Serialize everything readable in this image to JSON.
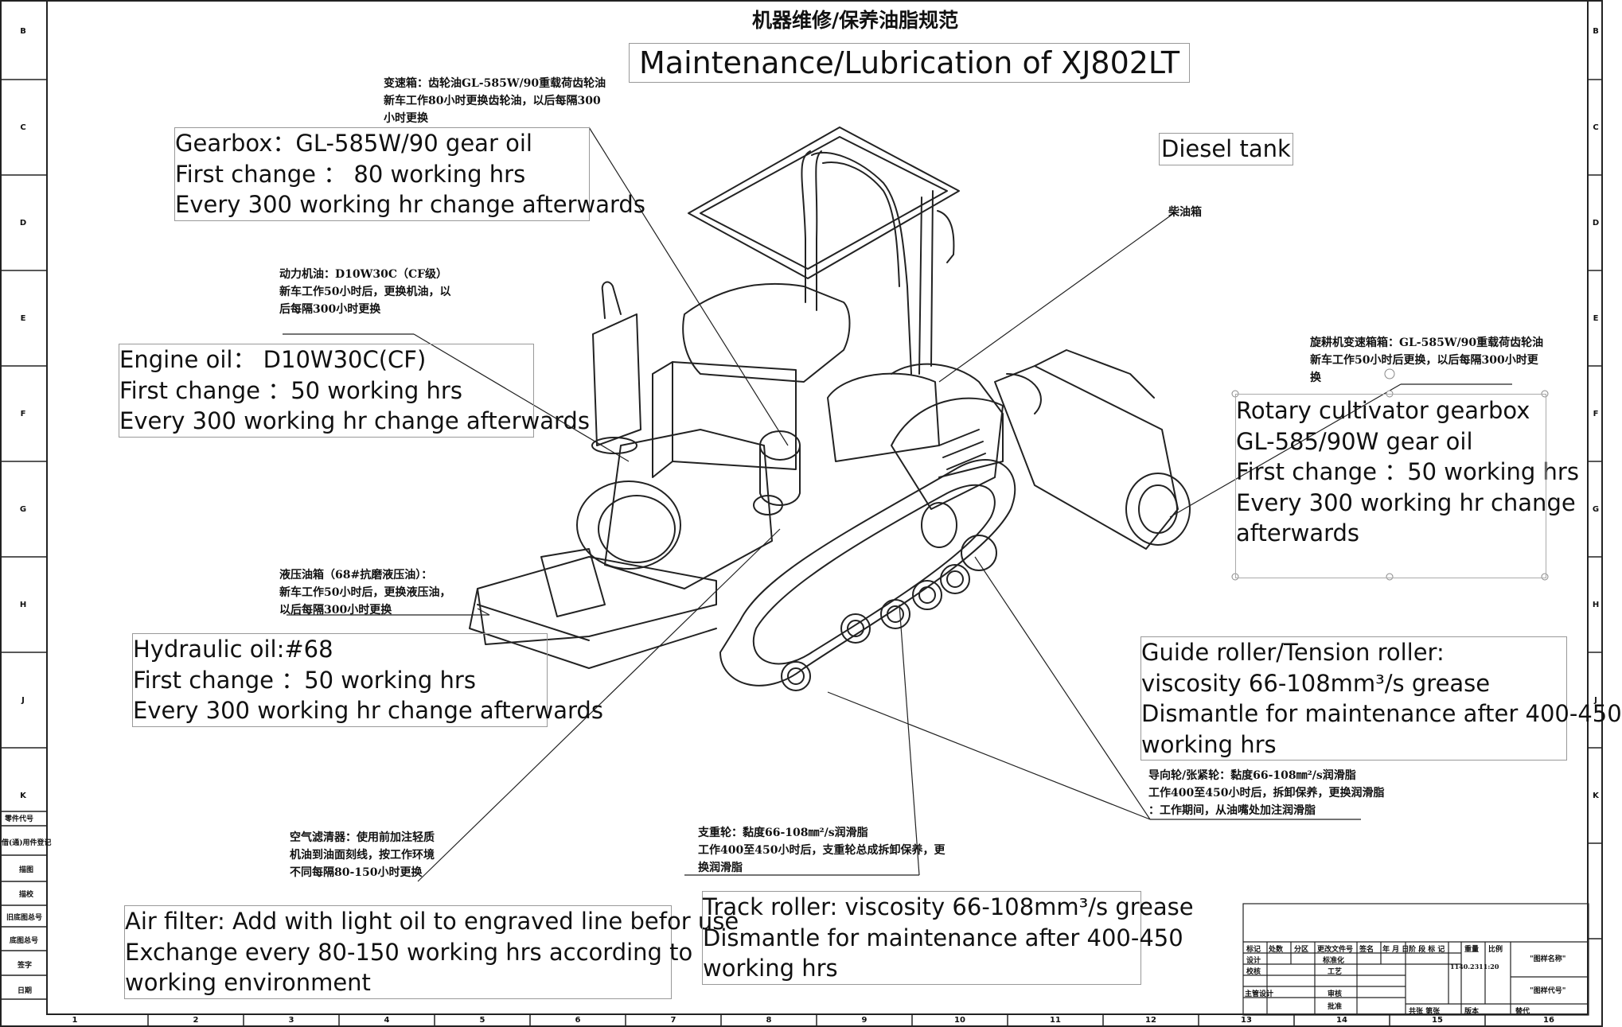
{
  "title_cn": "机器维修/保养油脂规范",
  "title_en": "Maintenance/Lubrication of XJ802LT",
  "zones": {
    "letters_left": [
      "B",
      "C",
      "D",
      "E",
      "F",
      "G",
      "H",
      "J",
      "K"
    ],
    "letters_right": [
      "B",
      "C",
      "D",
      "E",
      "F",
      "G",
      "H",
      "J",
      "K"
    ],
    "numbers": [
      "1",
      "2",
      "3",
      "4",
      "5",
      "6",
      "7",
      "8",
      "9",
      "10",
      "11",
      "12",
      "13",
      "14",
      "15",
      "16"
    ]
  },
  "labels": {
    "gearbox": {
      "cn": "变速箱：齿轮油GL-585W/90重载荷齿轮油\n新车工作80小时更换齿轮油，以后每隔300\n小时更换",
      "en": [
        "Gearbox：GL-585W/90 gear oil",
        "First change ： 80 working hrs",
        "Every 300 working hr change afterwards"
      ]
    },
    "diesel": {
      "cn": "柴油箱",
      "en": "Diesel tank"
    },
    "engine": {
      "cn": "动力机油：D10W30C（CF级）\n新车工作50小时后，更换机油，以\n后每隔300小时更换",
      "en": [
        "Engine oil： D10W30C(CF)",
        "First change ：50 working hrs",
        "Every 300 working hr change afterwards"
      ]
    },
    "rotary": {
      "cn": "旋耕机变速箱箱：GL-585W/90重载荷齿轮油\n新车工作50小时后更换，以后每隔300小时更\n换",
      "en": [
        "Rotary cultivator gearbox",
        "GL-585/90W gear oil",
        "First change ：50 working hrs",
        "Every 300 working hr change",
        "afterwards"
      ]
    },
    "hydraulic": {
      "cn": "液压油箱（68#抗磨液压油）：\n新车工作50小时后，更换液压油，\n以后每隔300小时更换",
      "en": [
        "Hydraulic oil:#68",
        "First change ：50 working hrs",
        "Every 300 working hr change afterwards"
      ]
    },
    "guide": {
      "cn": "导向轮/张紧轮：黏度66-108㎜²/s润滑脂\n工作400至450小时后，拆卸保养，更换润滑脂\n：工作期间，从油嘴处加注润滑脂",
      "en": [
        "Guide roller/Tension roller:",
        "viscosity 66-108mm³/s grease",
        "Dismantle for maintenance after 400-450",
        "working hrs"
      ]
    },
    "air": {
      "cn": "空气滤清器：使用前加注轻质\n机油到油面刻线，按工作环境\n不同每隔80-150小时更换",
      "en": [
        "Air filter: Add with light oil to engraved line befor use",
        "Exchange every 80-150 working hrs according to",
        "working environment"
      ]
    },
    "track": {
      "cn": "支重轮：黏度66-108㎜²/s润滑脂\n工作400至450小时后，支重轮总成拆卸保养，更\n换润滑脂",
      "en": [
        "Track roller:  viscosity 66-108mm³/s grease",
        "Dismantle for maintenance after 400-450",
        "working hrs"
      ]
    }
  },
  "side_table": [
    "零件代号",
    "借(通)用件登记",
    "描图",
    "描校",
    "旧底图总号",
    "底图总号",
    "签字",
    "日期"
  ],
  "title_block": {
    "row1": [
      "标记",
      "处数",
      "分区",
      "更改文件号",
      "签名",
      "年 月 日"
    ],
    "row2": [
      "设计",
      "",
      "",
      "标准化",
      "",
      ""
    ],
    "row3": [
      "校核",
      "",
      "",
      "工艺",
      "",
      ""
    ],
    "row4": [
      "主管设计",
      "",
      "",
      "审核",
      "",
      ""
    ],
    "row5": [
      "",
      "",
      "",
      "批准",
      "",
      ""
    ],
    "stage_headers": [
      "阶 段 标 记",
      "重量",
      "比例"
    ],
    "scale": "1140.2311:20",
    "drawing_name": "\"图样名称\"",
    "drawing_code": "\"图样代号\"",
    "bottom": [
      "共张 第张",
      "版本",
      "替代"
    ]
  }
}
